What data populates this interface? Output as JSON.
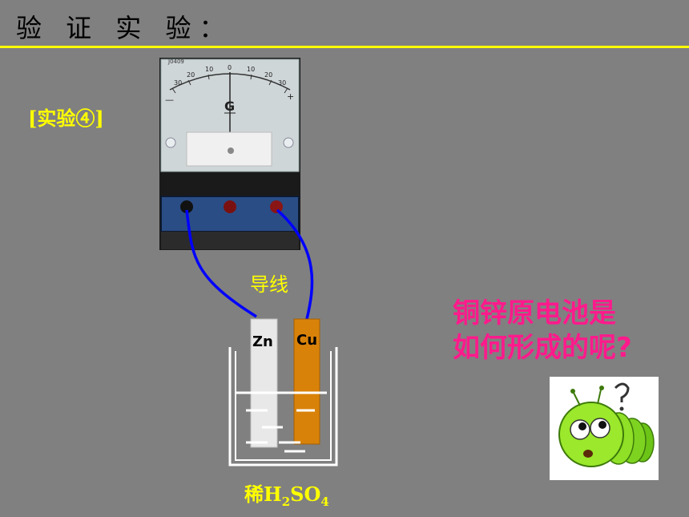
{
  "title": "验 证 实 验：",
  "experiment_label": "[实验④]",
  "wire_label": "导线",
  "electrodes": {
    "zn": "Zn",
    "cu": "Cu"
  },
  "acid": {
    "prefix": "稀H",
    "sub1": "2",
    "middle": "SO",
    "sub2": "4"
  },
  "question": {
    "line1": "铜锌原电池是",
    "line2": "如何形成的呢?"
  },
  "galvanometer": {
    "model": "J0409",
    "letter": "G",
    "scale_ticks": [
      "30",
      "20",
      "10",
      "0",
      "10",
      "20",
      "30"
    ],
    "minus": "—",
    "plus": "+"
  },
  "colors": {
    "background": "#808080",
    "accent_yellow": "#ffff00",
    "question_pink": "#ff1a8c",
    "wire_blue": "#0000ff",
    "copper": "#d9820a",
    "zinc": "#e8e8e8"
  }
}
